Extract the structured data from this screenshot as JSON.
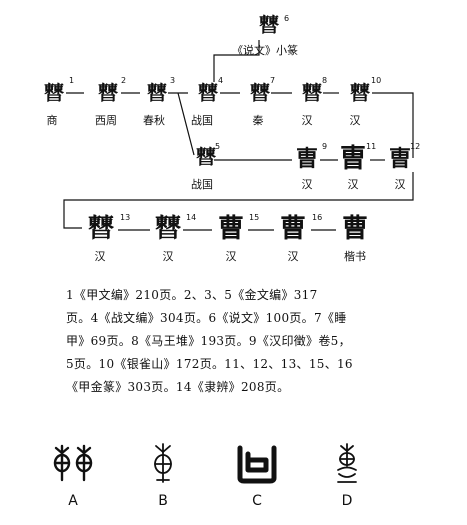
{
  "stages": [
    {
      "id": "1",
      "glyph": "𣍘",
      "label": "商"
    },
    {
      "id": "2",
      "glyph": "𣍘",
      "label": "西周"
    },
    {
      "id": "3",
      "glyph": "𣍘",
      "label": "春秋"
    },
    {
      "id": "4",
      "glyph": "𣍘",
      "label": "战国"
    },
    {
      "id": "5",
      "glyph": "𣍘",
      "label": "战国"
    },
    {
      "id": "6",
      "glyph": "𣍘",
      "label": "《说文》小篆"
    },
    {
      "id": "7",
      "glyph": "𣍘",
      "label": "秦"
    },
    {
      "id": "8",
      "glyph": "𣍘",
      "label": "汉"
    },
    {
      "id": "9",
      "glyph": "曺",
      "label": "汉"
    },
    {
      "id": "10",
      "glyph": "𣍘",
      "label": "汉"
    },
    {
      "id": "11",
      "glyph": "曺",
      "label": "汉"
    },
    {
      "id": "12",
      "glyph": "曺",
      "label": "汉"
    },
    {
      "id": "13",
      "glyph": "𣍘",
      "label": "汉"
    },
    {
      "id": "14",
      "glyph": "𣍘",
      "label": "汉"
    },
    {
      "id": "15",
      "glyph": "曹",
      "label": "汉"
    },
    {
      "id": "16",
      "glyph": "曹",
      "label": "汉"
    },
    {
      "id": "",
      "glyph": "曹",
      "label": "楷书"
    }
  ],
  "references": [
    "1《甲文编》210页。2、3、5《金文编》317",
    "页。4《战文编》304页。6《说文》100页。7《睡",
    "甲》69页。8《马王堆》193页。9《汉印徵》卷5，",
    "5页。10《银雀山》172页。11、12、13、15、16",
    "《甲金篆》303页。14《隶辨》208页。"
  ],
  "options": [
    {
      "letter": "A"
    },
    {
      "letter": "B"
    },
    {
      "letter": "C"
    },
    {
      "letter": "D"
    }
  ],
  "colors": {
    "ink": "#111111"
  }
}
